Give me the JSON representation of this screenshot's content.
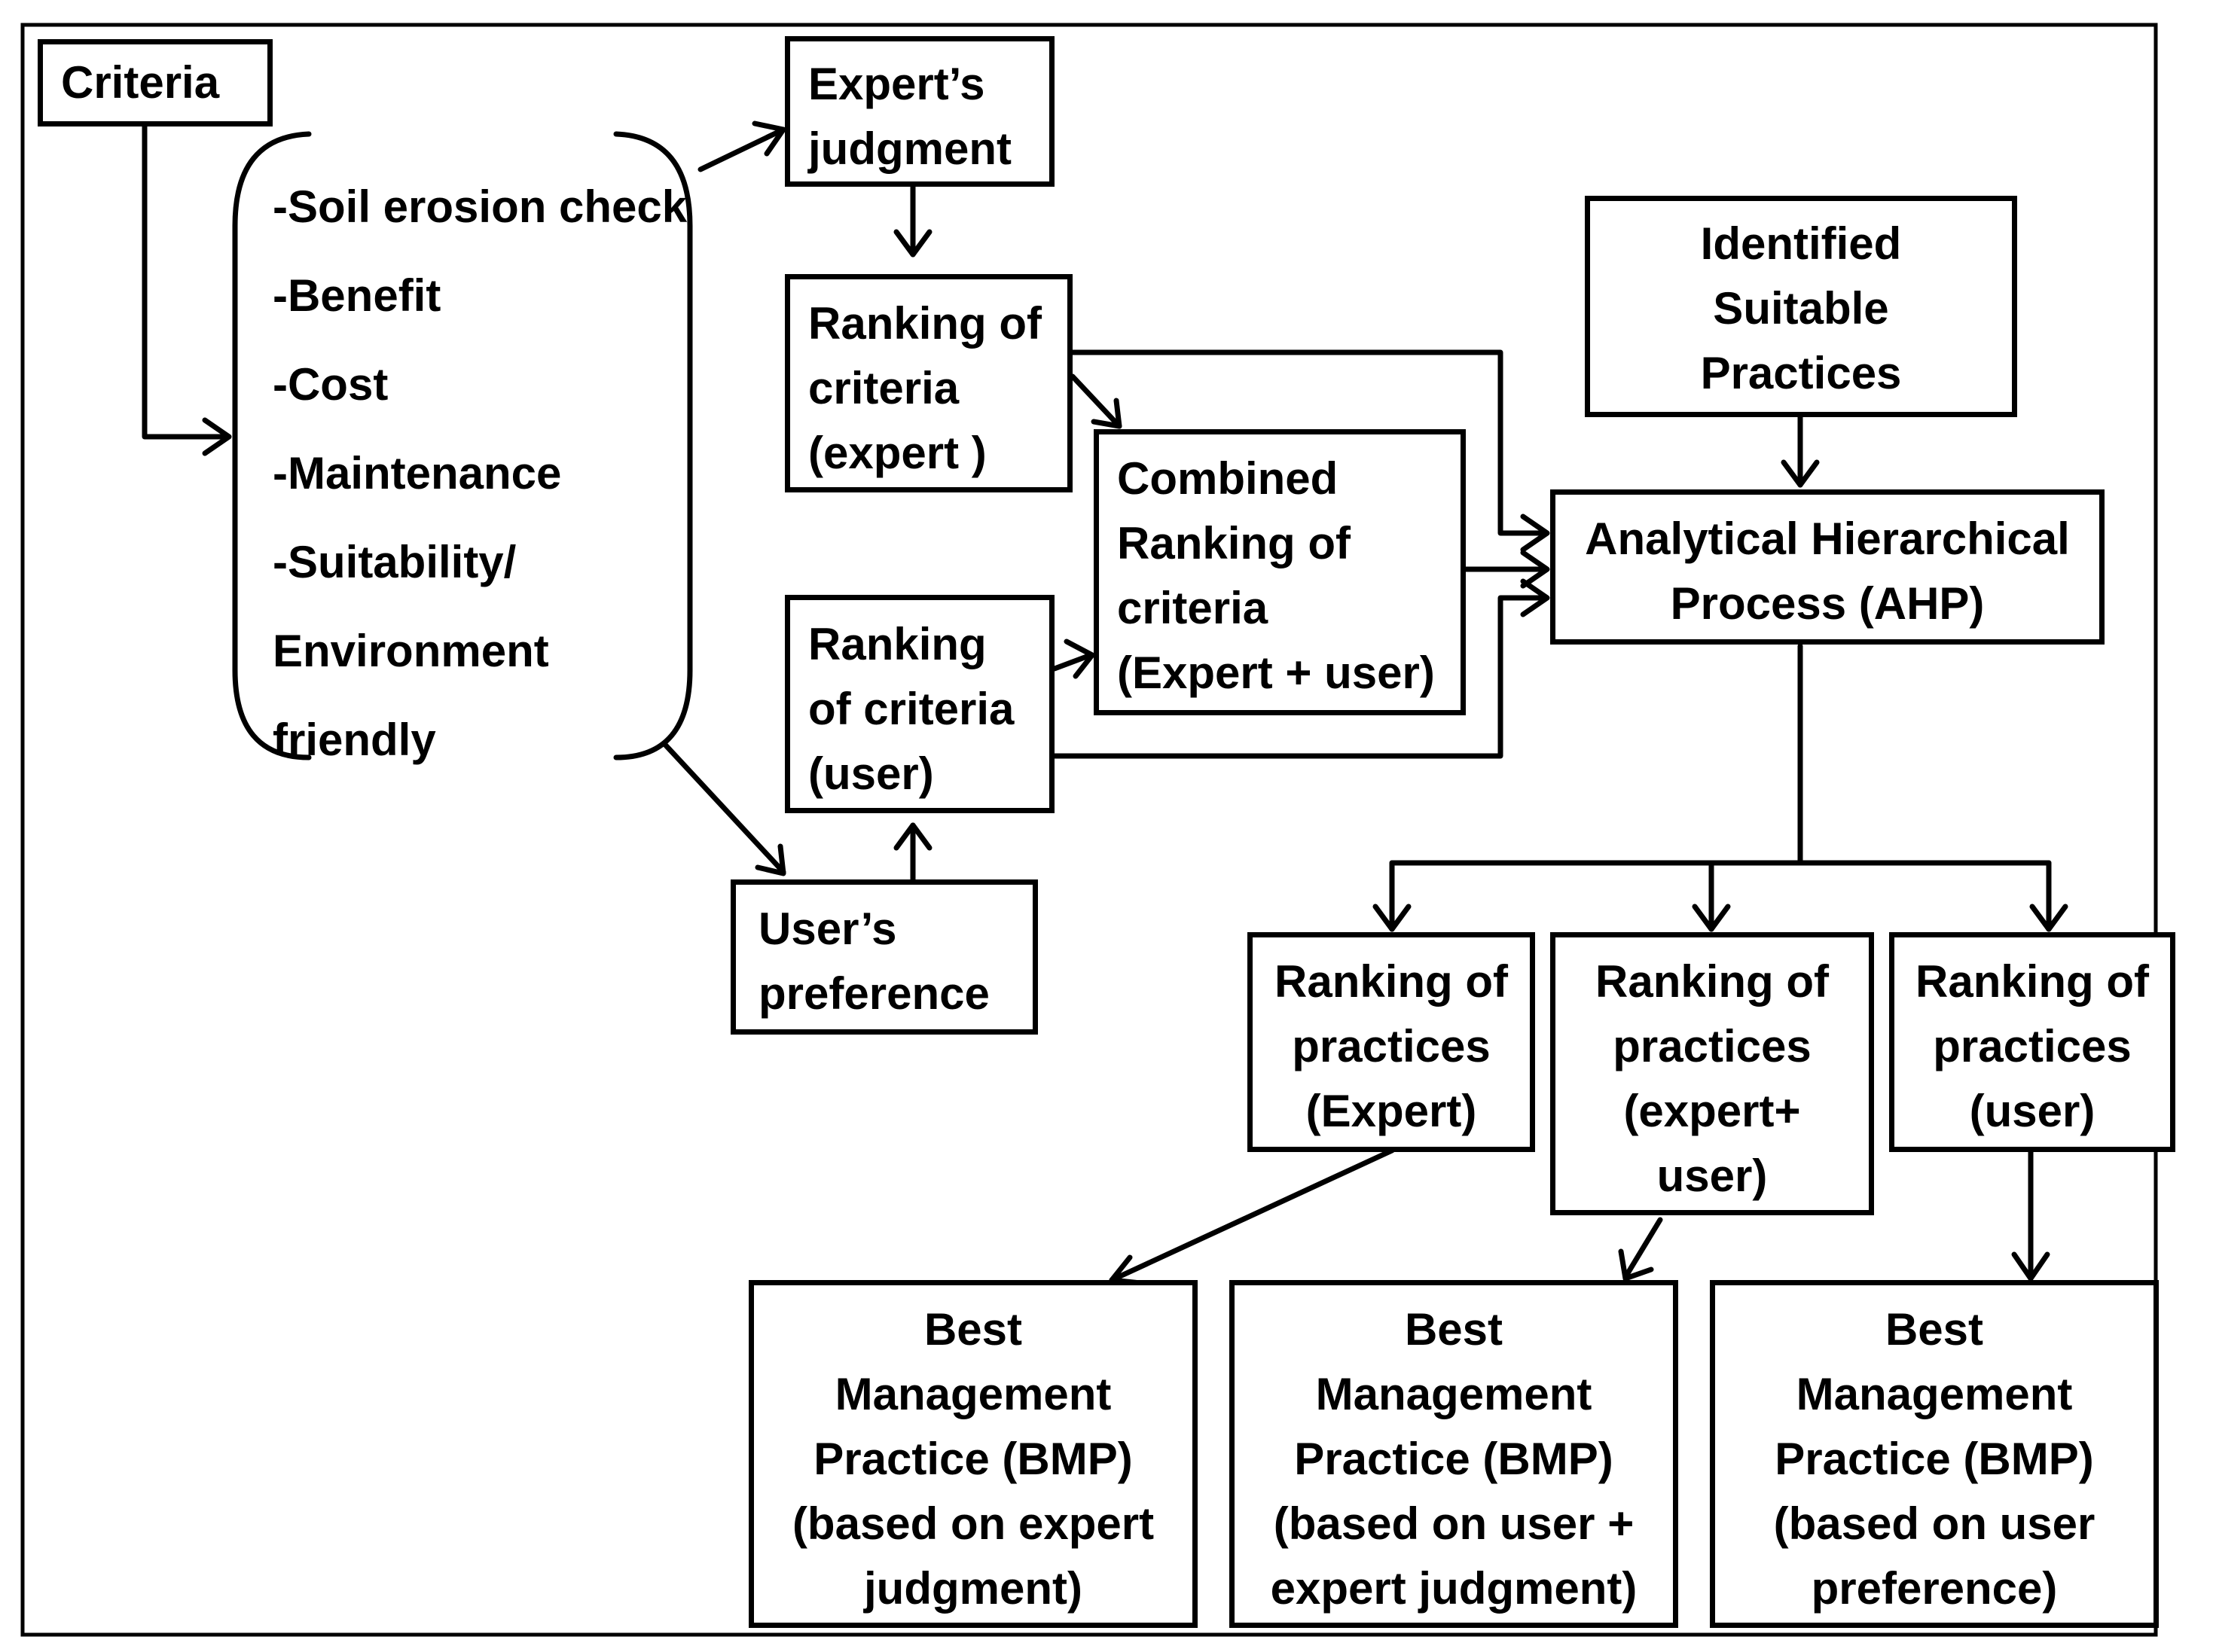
{
  "frame_color": "#000000",
  "background": "#ffffff",
  "nodes": {
    "criteria": "Criteria",
    "criteria_list": "-Soil erosion check\n-Benefit\n-Cost\n-Maintenance\n-Suitability/\nEnvironment\nfriendly",
    "experts_judgment": "Expert’s\njudgment",
    "ranking_criteria_expert": "Ranking of\ncriteria\n(expert )",
    "combined_ranking": "Combined\nRanking of\ncriteria\n(Expert + user)",
    "ranking_criteria_user": "Ranking\nof criteria\n(user)",
    "users_preference": "User’s\npreference",
    "identified_practices": "Identified\nSuitable\nPractices",
    "ahp": "Analytical Hierarchical\nProcess (AHP)",
    "ranking_practices_expert": "Ranking of\npractices\n(Expert)",
    "ranking_practices_expert_user": "Ranking of\npractices\n(expert+\nuser)",
    "ranking_practices_user": "Ranking of\npractices\n(user)",
    "bmp_expert": "Best\nManagement\nPractice (BMP)\n(based on expert\njudgment)",
    "bmp_user_expert": "Best\nManagement\nPractice (BMP)\n(based on user +\nexpert judgment)",
    "bmp_user": "Best\nManagement\nPractice (BMP)\n(based on user\npreference)"
  }
}
